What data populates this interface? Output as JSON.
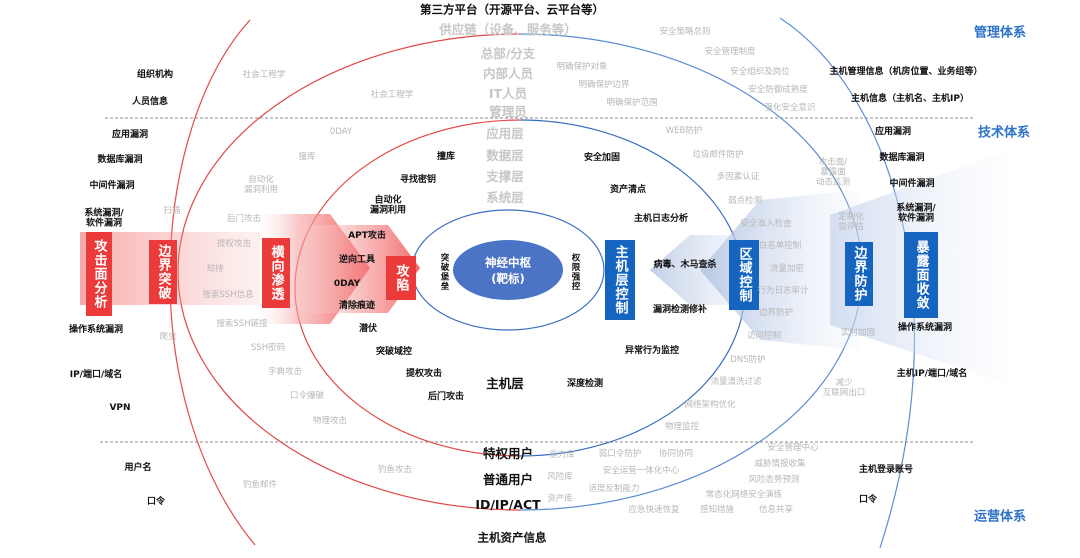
{
  "header": {
    "top_title": "第三方平台（开源平台、云平台等）",
    "bottom_title": "主机资产信息"
  },
  "systems": {
    "management": "管理体系",
    "technical": "技术体系",
    "operations": "运营体系"
  },
  "core": {
    "line1": "神经中枢",
    "line2": "(靶标)",
    "left_side": "突破堡垒",
    "right_side": "权限强控"
  },
  "attack_boxes": {
    "attack_surface_analysis": "攻击面分析",
    "boundary_breach": "边界突破",
    "lateral_penetration": "横向渗透",
    "capture": "攻陷"
  },
  "defense_boxes": {
    "host_layer_control": "主机层控制",
    "zone_control": "区域控制",
    "boundary_defense": "边界防护",
    "exposure_convergence": "暴露面收敛"
  },
  "rings": {
    "outer_gray": [
      "供应链（设备、服务等）",
      "总部/分支",
      "内部人员",
      "IT人员",
      "管理员"
    ],
    "inner_gray": [
      "应用层",
      "数据层",
      "支撑层",
      "系统层"
    ],
    "bottom_dark": [
      "主机层",
      "特权用户",
      "普通用户",
      "ID/IP/ACT"
    ]
  },
  "left_labels": {
    "org": "组织机构",
    "personnel": "人员信息",
    "app_vuln": "应用漏洞",
    "db_vuln": "数据库漏洞",
    "middleware_vuln": "中间件漏洞",
    "system_vuln": "系统漏洞/\n软件漏洞",
    "os_vuln": "操作系统漏洞",
    "ip_port": "IP/端口/域名",
    "vpn": "VPN",
    "username": "用户名",
    "password": "口令"
  },
  "right_labels": {
    "host_mgmt_info": "主机管理信息（机房位置、业务组等）",
    "host_info": "主机信息（主机名、主机IP）",
    "app_vuln": "应用漏洞",
    "db_vuln": "数据库漏洞",
    "middleware_vuln": "中间件漏洞",
    "system_vuln": "系统漏洞/\n软件漏洞",
    "os_vuln": "操作系统漏洞",
    "ip_port": "主机IP/端口/域名",
    "login_account": "主机登录账号",
    "password": "口令"
  },
  "attack_inner": {
    "drag_db": "撞库",
    "find_key": "寻找密钥",
    "auto_exploit": "自动化\n漏洞利用",
    "apt": "APT攻击",
    "reverse_tool": "逆向工具",
    "zeroday": "0DAY",
    "clear_trace": "清除痕迹",
    "lurk": "潜伏",
    "break_zone": "突破域控",
    "privilege_attack": "提权攻击",
    "backdoor_attack": "后门攻击"
  },
  "defense_inner": {
    "hardening": "安全加固",
    "asset_inventory": "资产清点",
    "log_analysis": "主机日志分析",
    "virus_check": "病毒、木马查杀",
    "vuln_patch": "漏洞检测修补",
    "anomaly": "异常行为监控",
    "deep_detect": "深度检测"
  },
  "gray_attack": {
    "social_eng_1": "社会工程学",
    "social_eng_2": "社会工程学",
    "zeroday": "0DAY",
    "drag_db": "撞库",
    "auto_exploit": "自动化\n漏洞利用",
    "scan": "扫描",
    "backdoor": "后门攻击",
    "privilege": "提权攻击",
    "hijack": "劫持",
    "ssh_search": "搜索SSH信息",
    "ssh_key": "搜索SSH链接",
    "ssh_pwd": "SSH密码",
    "dict_attack": "字典攻击",
    "pwd_crack": "口令爆破",
    "physical_attack": "物理攻击",
    "crawler": "爬虫",
    "phishing_attack": "钓鱼攻击",
    "phishing_mail": "钓鱼邮件"
  },
  "gray_defense": {
    "strategy_summary": "安全策略总则",
    "mgmt_system": "安全管理制度",
    "org_roles": "安全组织及岗位",
    "emergency": "安全防御成熟度",
    "awareness": "强化安全意识",
    "protect_object": "明确保护对象",
    "protect_boundary": "明确保护边界",
    "protect_scope": "明确保护范围",
    "web_protect": "WEB防护",
    "dos_protect": "垃圾邮件防护",
    "multi_auth": "多因素认证",
    "weak_pwd": "弱点检测",
    "compliance": "安全准入检查",
    "whitelist": "白名单控制",
    "encryption": "流量加密",
    "behavior": "行为日志审计",
    "access_ctrl": "访问控制",
    "dns_protect": "DNS防护",
    "traffic_clean": "流量清洗过滤",
    "net_arch": "网络架构优化",
    "phys_monitor": "物理监控",
    "attack_surface": "攻击面/\n暴露面\n动态监测",
    "auto_assess": "定制化\n自评估",
    "bound_protect": "边界防护",
    "real_hardening": "实时加固",
    "reduce_exit": "减少\n互联网出口"
  },
  "operations_gray": {
    "capability": "能力库",
    "weak_pwd": "弱口令防护",
    "collab": "协同协同",
    "sec_center": "安全管理中心",
    "risk_lib": "风险库",
    "platform": "安全运营一体化中心",
    "threat_intel": "威胁情报收集",
    "asset_lib": "资产库",
    "response": "适度反制能力",
    "risk_predict": "风险态势预测",
    "normal_drill": "常态化网络安全演练",
    "fast_handle": "应急快速恢复",
    "threat_measure": "感知措施",
    "info_share": "信息共享"
  }
}
